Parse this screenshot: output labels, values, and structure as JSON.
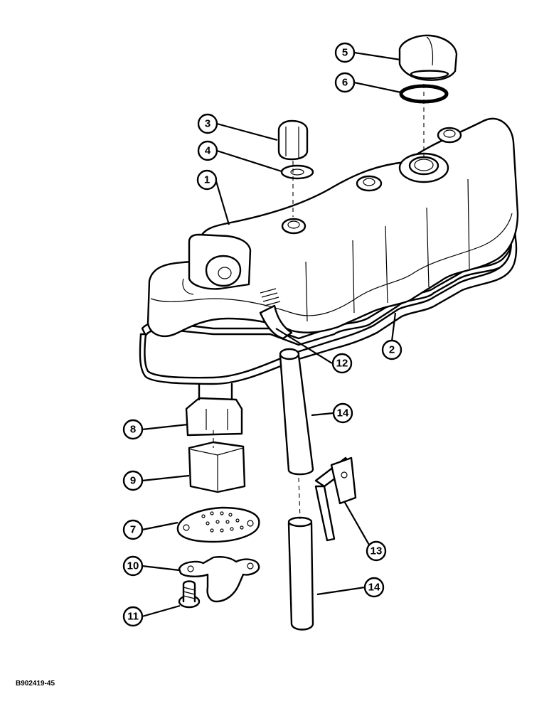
{
  "figure_id": "B902419-45",
  "callouts": [
    {
      "label": "1",
      "part": "valve-cover"
    },
    {
      "label": "2",
      "part": "cover-gasket"
    },
    {
      "label": "3",
      "part": "cap-nut"
    },
    {
      "label": "4",
      "part": "washer"
    },
    {
      "label": "5",
      "part": "filler-cap"
    },
    {
      "label": "6",
      "part": "o-ring"
    },
    {
      "label": "7",
      "part": "breather-plate"
    },
    {
      "label": "8",
      "part": "breather-body"
    },
    {
      "label": "9",
      "part": "breather-element"
    },
    {
      "label": "10",
      "part": "retaining-bracket"
    },
    {
      "label": "11",
      "part": "cap-screw"
    },
    {
      "label": "12",
      "part": "breather-elbow"
    },
    {
      "label": "13",
      "part": "tube-clip"
    },
    {
      "label": "14",
      "part": "breather-tube"
    },
    {
      "label": "14",
      "part": "breather-tube"
    }
  ]
}
